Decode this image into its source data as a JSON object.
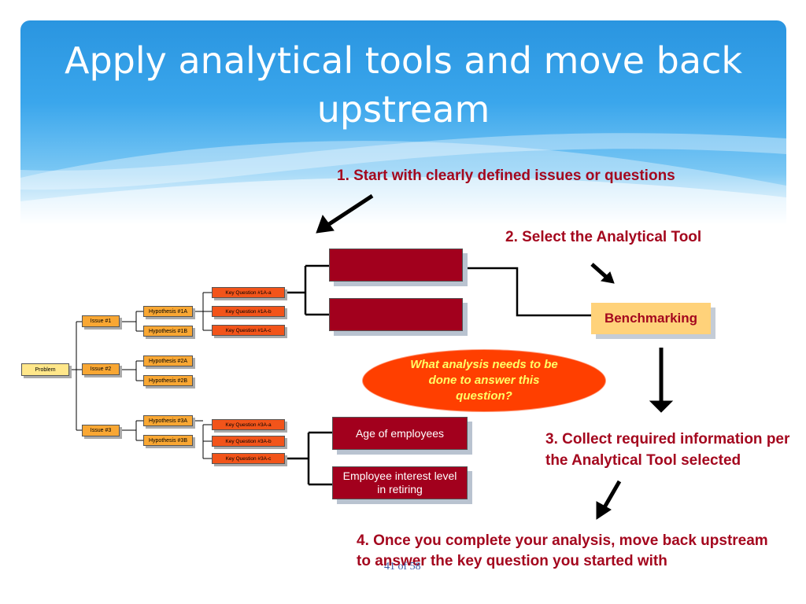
{
  "slide": {
    "title": "Apply analytical tools and move back upstream",
    "page_number": "41 of 58"
  },
  "notes": {
    "step1": "1. Start with clearly defined issues or questions",
    "step2": "2. Select the Analytical Tool",
    "step3_line1": "3. Collect required information per",
    "step3_line2": "the Analytical Tool selected",
    "step4_line1": "4. Once you complete your analysis, move back upstream",
    "step4_line2": "to answer the key question you started with"
  },
  "tree": {
    "problem": "Problem",
    "issues": [
      "Issue #1",
      "Issue #2",
      "Issue #3"
    ],
    "hypotheses": [
      "Hypothesis #1A",
      "Hypothesis #1B",
      "Hypothesis #2A",
      "Hypothesis #2B",
      "Hypothesis #3A",
      "Hypothesis #3B"
    ],
    "key_questions": [
      "Key Question #1A-a",
      "Key Question #1A-b",
      "Key Question #1A-c",
      "Key Question #3A-a",
      "Key Question #3A-b",
      "Key Question #3A-c"
    ],
    "info_boxes": [
      "Age of employees",
      "Employee interest level in retiring"
    ],
    "ghost_text": "in retiring"
  },
  "tool": {
    "label": "Benchmarking"
  },
  "callout": {
    "text": "What analysis needs to be done to answer this question?"
  },
  "colors": {
    "accent_red": "#a4071e",
    "dark_red_box": "#a2001d",
    "callout_orange": "#ff3f00",
    "callout_text": "#ffff66",
    "problem_yellow": "#ffe78a",
    "issue_orange": "#f9a733",
    "key_question_orange": "#f2541a",
    "tool_box": "#ffd27a"
  }
}
